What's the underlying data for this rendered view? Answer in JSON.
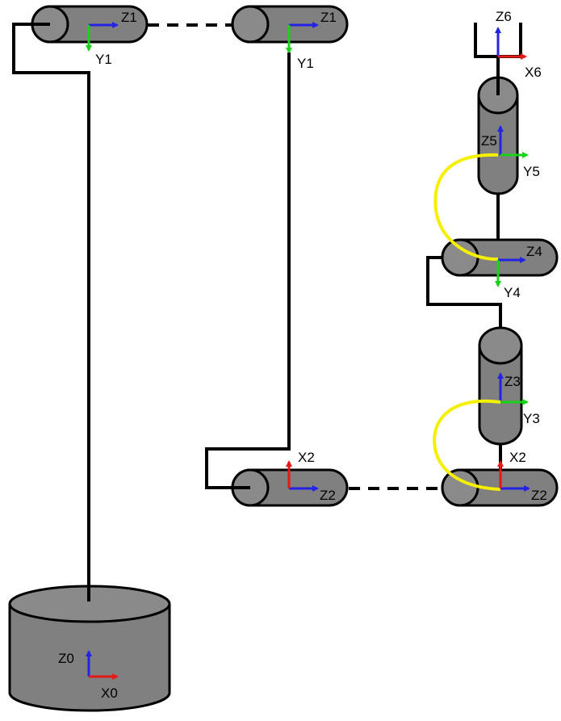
{
  "colors": {
    "z_axis": "#2323e6",
    "y_axis": "#19d219",
    "x_axis": "#e61919",
    "rotation_arc": "#f5f000",
    "joint_body": "#808080"
  },
  "labels": {
    "base": {
      "z": "Z0",
      "x": "X0"
    },
    "joint1_left": {
      "z": "Z1",
      "y": "Y1"
    },
    "joint1_right": {
      "z": "Z1",
      "y": "Y1"
    },
    "joint2_left": {
      "x": "X2",
      "z": "Z2"
    },
    "joint2_right": {
      "x": "X2",
      "z": "Z2"
    },
    "joint3": {
      "z": "Z3",
      "y": "Y3"
    },
    "joint4": {
      "z": "Z4",
      "y": "Y4"
    },
    "joint5": {
      "z": "Z5",
      "y": "Y5"
    },
    "end_effector": {
      "z": "Z6",
      "x": "X6"
    }
  }
}
